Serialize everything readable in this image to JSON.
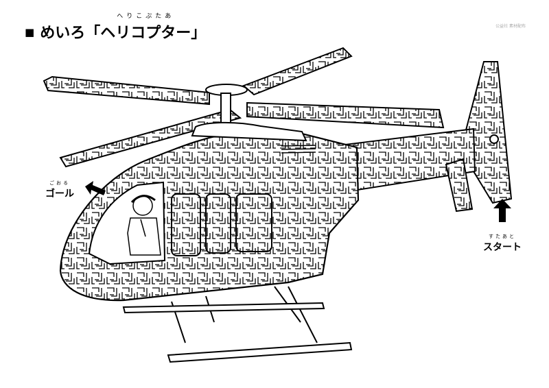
{
  "title": {
    "bullet": "■",
    "prefix": "めいろ「",
    "word": "ヘリコプター",
    "suffix": "」",
    "ruby": "へりこぷたあ"
  },
  "credit": "公益社 素材配布",
  "goal": {
    "label": "ゴール",
    "ruby": "ごおる",
    "arrow": "arrow-left-icon"
  },
  "start": {
    "label": "スタート",
    "ruby": "すたあと",
    "arrow": "arrow-up-icon"
  }
}
